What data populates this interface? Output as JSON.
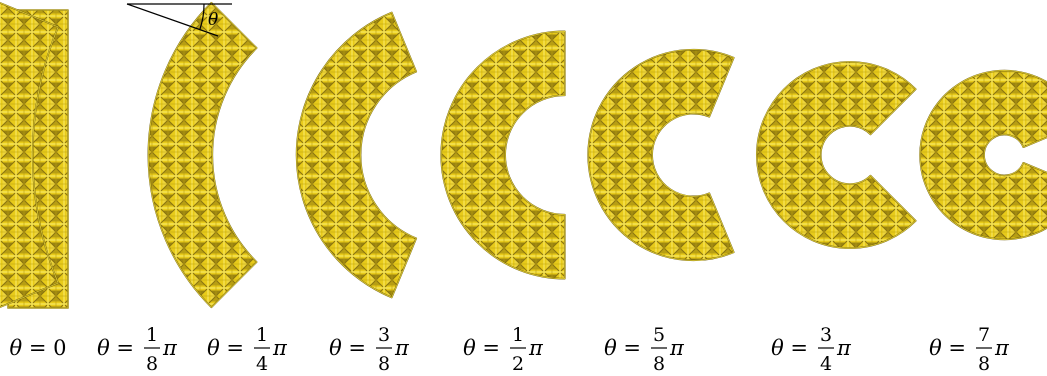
{
  "diagram": {
    "theta_symbol": "θ",
    "equals": "=",
    "pi_symbol": "π",
    "colors": {
      "lattice_fill": "#e9cd1c",
      "lattice_light": "#f4e040",
      "lattice_line": "#6b5a08",
      "hole": "#3a3204"
    },
    "panels": [
      {
        "label": {
          "value": "0"
        },
        "bend_fraction": 0
      },
      {
        "label": {
          "numerator": "1",
          "denominator": "8"
        },
        "bend_fraction": 0.125
      },
      {
        "label": {
          "numerator": "1",
          "denominator": "4"
        },
        "bend_fraction": 0.25
      },
      {
        "label": {
          "numerator": "3",
          "denominator": "8"
        },
        "bend_fraction": 0.375
      },
      {
        "label": {
          "numerator": "1",
          "denominator": "2"
        },
        "bend_fraction": 0.5
      },
      {
        "label": {
          "numerator": "5",
          "denominator": "8"
        },
        "bend_fraction": 0.625
      },
      {
        "label": {
          "numerator": "3",
          "denominator": "4"
        },
        "bend_fraction": 0.75
      },
      {
        "label": {
          "numerator": "7",
          "denominator": "8"
        },
        "bend_fraction": 0.875
      }
    ]
  }
}
